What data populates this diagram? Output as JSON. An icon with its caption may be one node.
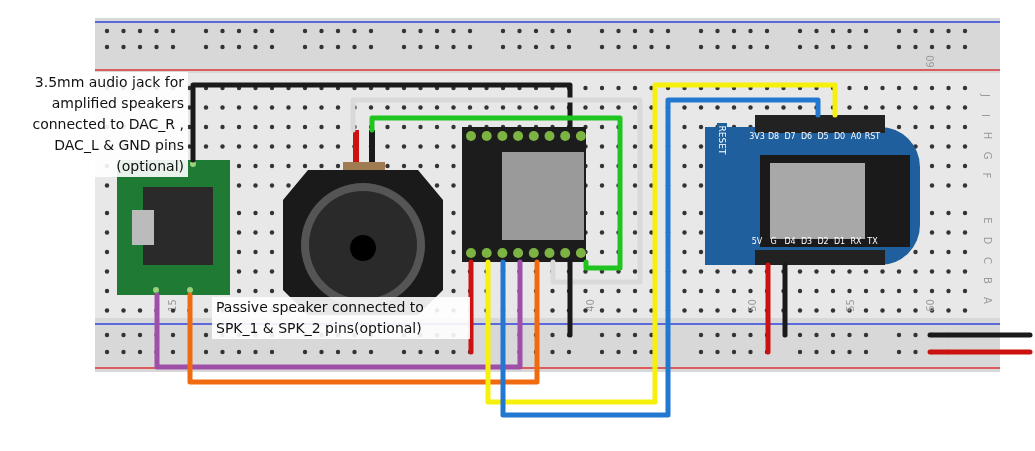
{
  "diagram": {
    "nodes": [
      {
        "text": [],
        "shape": "picture"
      },
      {
        "text": [],
        "shape": "picture",
        "in": 0,
        "beside": [
          "3.5mm audio jack for amplified speakers connected to DAC_R , DAC_L & GND pins (optional)"
        ]
      },
      {
        "text": [],
        "shape": "picture",
        "in": 0,
        "beside": [
          "Passive speaker connected to SPK_1 & SPK_2 pins(optional)"
        ]
      },
      {
        "text": [],
        "shape": "picture",
        "in": 0
      },
      {
        "text": [],
        "shape": "picture",
        "in": 0
      }
    ],
    "edges": [
      {
        "from": 1,
        "to": 3,
        "arrow": "none",
        "color": "#1a1a1a"
      },
      {
        "from": 2,
        "to": 3,
        "arrow": "none",
        "color": "#d9d9d9"
      },
      {
        "from": 2,
        "to": 3,
        "arrow": "none",
        "color": "#1fc41f"
      },
      {
        "from": 1,
        "to": 3,
        "arrow": "none",
        "color": "#a04fa8"
      },
      {
        "from": 1,
        "to": 3,
        "arrow": "none",
        "color": "#f06a0f"
      },
      {
        "from": 3,
        "to": 0,
        "arrow": "none",
        "color": "#cc1111"
      },
      {
        "from": 3,
        "to": 0,
        "arrow": "none",
        "color": "#1a1a1a"
      },
      {
        "from": 3,
        "to": 4,
        "arrow": "none",
        "color": "#f5f00c"
      },
      {
        "from": 3,
        "to": 4,
        "arrow": "none",
        "color": "#2277d0"
      },
      {
        "from": 4,
        "to": 0,
        "arrow": "none",
        "color": "#cc1111"
      },
      {
        "from": 4,
        "to": 0,
        "arrow": "none",
        "color": "#1a1a1a"
      },
      {
        "from": null,
        "to": 0,
        "arrow": "none",
        "color": "#1a1a1a"
      },
      {
        "from": null,
        "to": 0,
        "arrow": "none",
        "color": "#cc1111"
      }
    ],
    "labels": [
      "60",
      "15",
      "40",
      "50",
      "55",
      "60",
      "J",
      "I",
      "H",
      "G",
      "F",
      "E",
      "D",
      "C",
      "B",
      "A",
      "RESET",
      "3V3",
      "D8",
      "D7",
      "D6",
      "D5",
      "D0",
      "A0",
      "RST",
      "5V",
      "G",
      "D4",
      "D3",
      "D2",
      "D1",
      "RX",
      "TX"
    ]
  }
}
